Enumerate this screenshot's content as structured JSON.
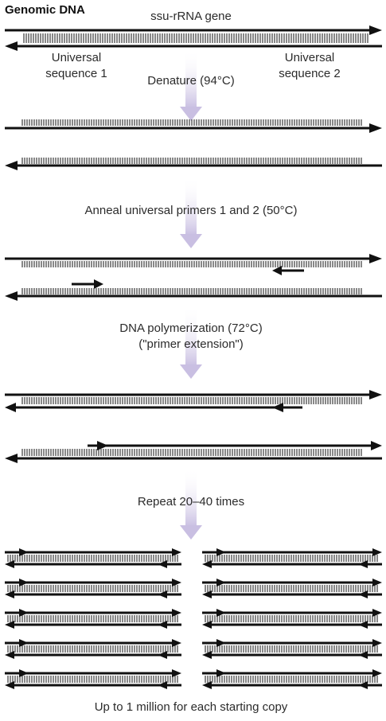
{
  "labels": {
    "genomic_dna": "Genomic DNA",
    "gene": "ssu-rRNA gene",
    "universal_seq_1_line1": "Universal",
    "universal_seq_1_line2": "sequence 1",
    "universal_seq_2_line1": "Universal",
    "universal_seq_2_line2": "sequence 2",
    "step_denature": "Denature (94°C)",
    "step_anneal": "Anneal universal primers 1 and 2 (50°C)",
    "step_polymerization": "DNA polymerization (72°C)",
    "step_polymerization_sub": "(\"primer extension\")",
    "step_repeat": "Repeat 20–40 times",
    "result": "Up to 1 million for each starting copy"
  },
  "colors": {
    "strand": "#111111",
    "process_arrow": "#c9bfe2"
  }
}
